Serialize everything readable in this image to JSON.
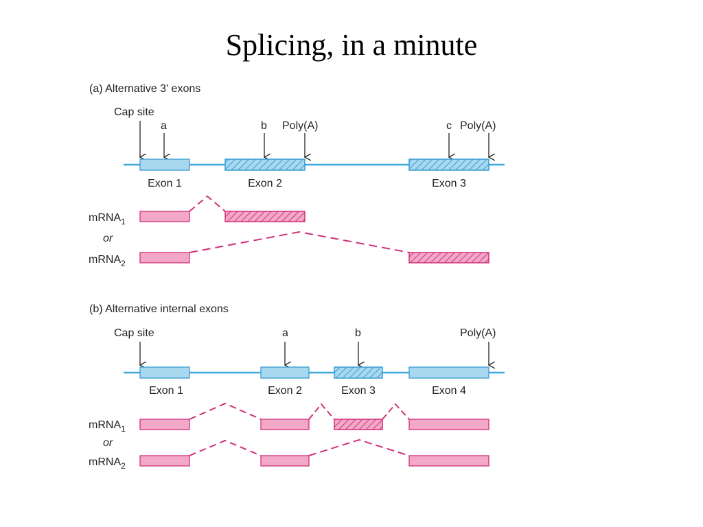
{
  "title": "Splicing, in a minute",
  "colors": {
    "gene_line": "#3aa8d8",
    "exon_fill": "#a8d8f0",
    "exon_stroke": "#3a9bd0",
    "mrna_fill": "#f4a8c8",
    "mrna_stroke": "#d0307a",
    "arrow": "#222222"
  },
  "panel_a": {
    "heading": "(a)  Alternative 3' exons",
    "site_labels": {
      "cap": "Cap site",
      "a": "a",
      "b": "b",
      "polya1": "Poly(A)",
      "c": "c",
      "polya2": "Poly(A)"
    },
    "exons": [
      "Exon 1",
      "Exon 2",
      "Exon 3"
    ],
    "mrna1": {
      "label": "mRNA",
      "sub": "1"
    },
    "or": "or",
    "mrna2": {
      "label": "mRNA",
      "sub": "2"
    }
  },
  "panel_b": {
    "heading": "(b)  Alternative internal exons",
    "site_labels": {
      "cap": "Cap site",
      "a": "a",
      "b": "b",
      "polya": "Poly(A)"
    },
    "exons": [
      "Exon 1",
      "Exon 2",
      "Exon 3",
      "Exon 4"
    ],
    "mrna1": {
      "label": "mRNA",
      "sub": "1"
    },
    "or": "or",
    "mrna2": {
      "label": "mRNA",
      "sub": "2"
    }
  }
}
